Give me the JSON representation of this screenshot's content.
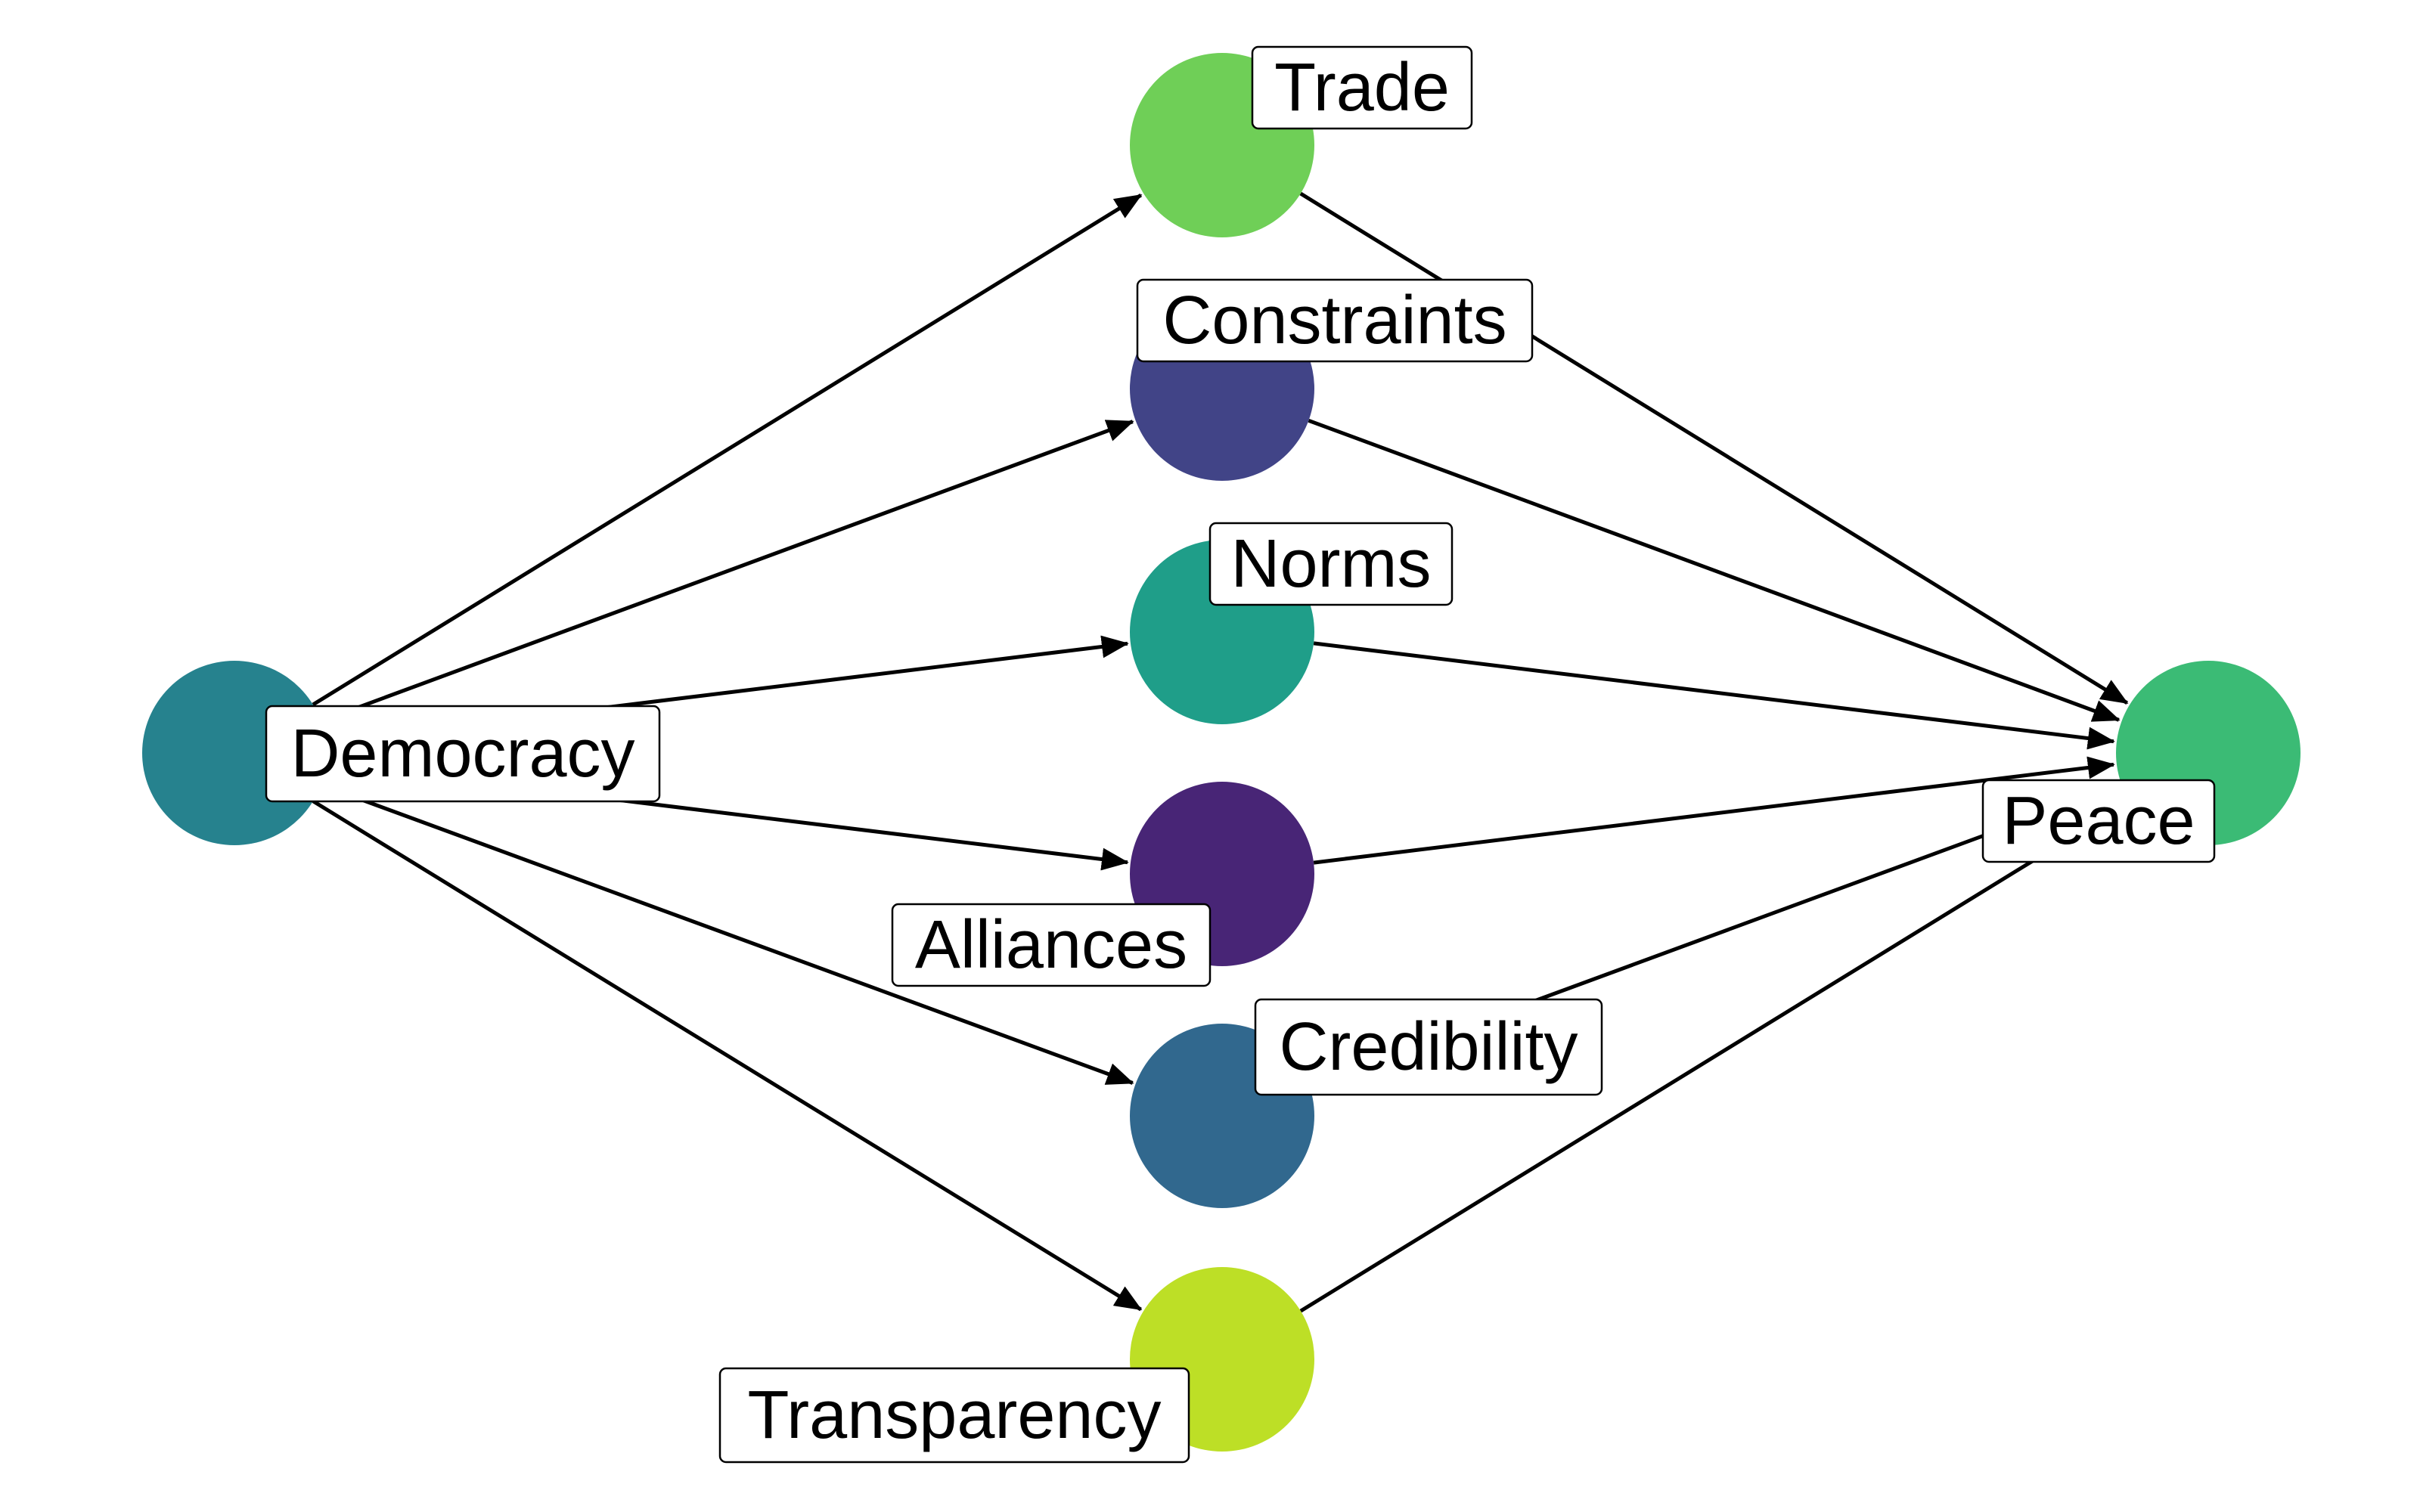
{
  "diagram": {
    "nodes": [
      {
        "id": "democracy",
        "label": "Democracy",
        "color": "#26828E"
      },
      {
        "id": "trade",
        "label": "Trade",
        "color": "#6FCF57"
      },
      {
        "id": "constraints",
        "label": "Constraints",
        "color": "#414487"
      },
      {
        "id": "norms",
        "label": "Norms",
        "color": "#1F9E89"
      },
      {
        "id": "alliances",
        "label": "Alliances",
        "color": "#482576"
      },
      {
        "id": "credibility",
        "label": "Credibility",
        "color": "#31688E"
      },
      {
        "id": "transparency",
        "label": "Transparency",
        "color": "#BDDF26"
      },
      {
        "id": "peace",
        "label": "Peace",
        "color": "#3BBB75"
      }
    ],
    "edges": [
      {
        "from": "democracy",
        "to": "trade"
      },
      {
        "from": "democracy",
        "to": "constraints"
      },
      {
        "from": "democracy",
        "to": "norms"
      },
      {
        "from": "democracy",
        "to": "alliances"
      },
      {
        "from": "democracy",
        "to": "credibility"
      },
      {
        "from": "democracy",
        "to": "transparency"
      },
      {
        "from": "trade",
        "to": "peace"
      },
      {
        "from": "constraints",
        "to": "peace"
      },
      {
        "from": "norms",
        "to": "peace"
      },
      {
        "from": "alliances",
        "to": "peace"
      },
      {
        "from": "credibility",
        "to": "peace"
      },
      {
        "from": "transparency",
        "to": "peace"
      }
    ]
  }
}
